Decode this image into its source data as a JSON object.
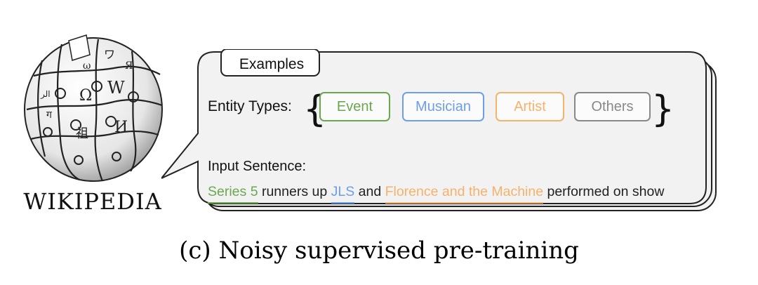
{
  "logo": {
    "wordmark": "WIKIPEDIA",
    "glyphs": [
      "Ω",
      "W",
      "И",
      "祖",
      "ワ",
      "Я",
      "الر",
      "ग",
      "ω"
    ]
  },
  "examples": {
    "tab_label": "Examples",
    "entity_types_label": "Entity Types:",
    "entity_types": [
      {
        "label": "Event",
        "color": "#6aa84f"
      },
      {
        "label": "Musician",
        "color": "#6d9eeb"
      },
      {
        "label": "Artist",
        "color": "#f6b26b"
      },
      {
        "label": "Others",
        "color": "#888888"
      }
    ],
    "input_label": "Input Sentence:",
    "sentence": {
      "entity1": "Series 5",
      "text1": " runners up ",
      "entity2": "JLS",
      "text2": " and ",
      "entity3": "Florence and the Machine",
      "text3": " performed on show"
    }
  },
  "caption": "(c) Noisy supervised pre-training"
}
